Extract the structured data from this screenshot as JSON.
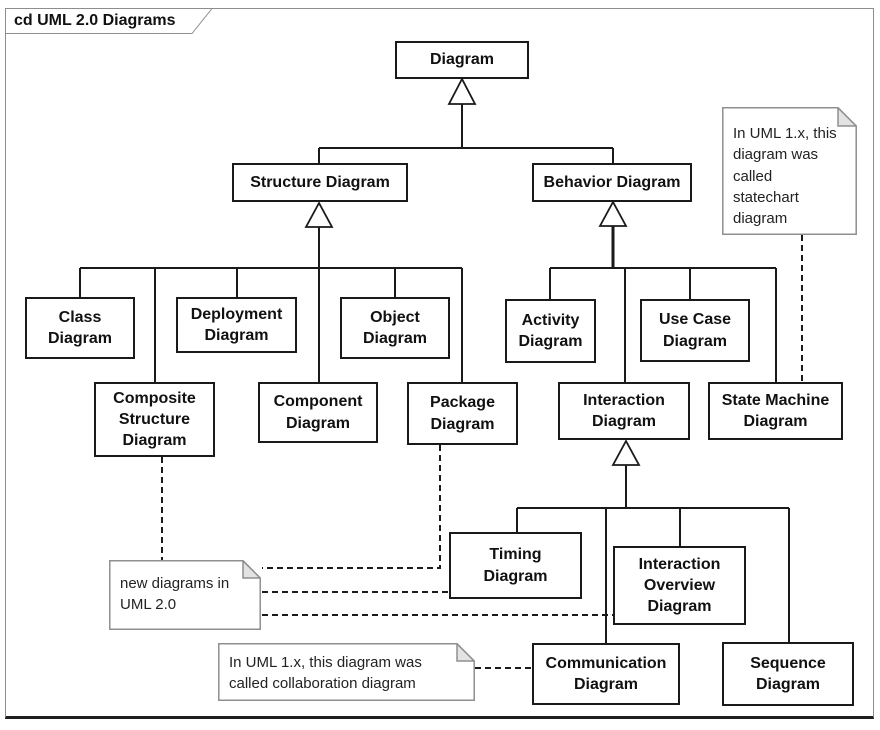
{
  "frame": {
    "title": "cd UML 2.0 Diagrams"
  },
  "nodes": {
    "diagram": "Diagram",
    "structure": "Structure Diagram",
    "behavior": "Behavior Diagram",
    "class": "Class\nDiagram",
    "deployment": "Deployment\nDiagram",
    "object": "Object\nDiagram",
    "activity": "Activity\nDiagram",
    "use_case": "Use Case\nDiagram",
    "composite_structure": "Composite\nStructure\nDiagram",
    "component": "Component\nDiagram",
    "package": "Package\nDiagram",
    "interaction": "Interaction\nDiagram",
    "state_machine": "State Machine\nDiagram",
    "timing": "Timing\nDiagram",
    "interaction_overview": "Interaction\nOverview\nDiagram",
    "communication": "Communication\nDiagram",
    "sequence": "Sequence\nDiagram"
  },
  "notes": {
    "statechart": "In UML 1.x, this\ndiagram was\ncalled\nstatechart\ndiagram",
    "new_in_uml2": "new diagrams in\nUML 2.0",
    "collaboration": "In UML 1.x, this diagram was\ncalled collaboration diagram"
  },
  "colors": {
    "node_border": "#1a1a1a",
    "connector_line": "#1a1a1a",
    "note_border": "#8f8f8f",
    "note_fold_fill": "#e3e3e3",
    "background": "#ffffff"
  }
}
